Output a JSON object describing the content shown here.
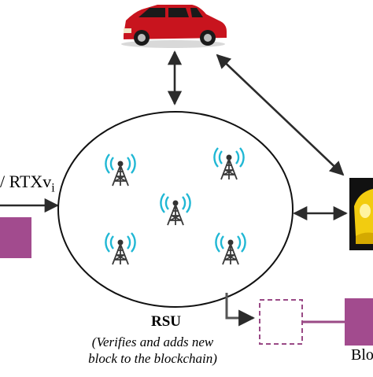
{
  "diagram": {
    "incoming_label": "/ RTXv",
    "incoming_label_sub": "i",
    "rsu_title": "RSU",
    "rsu_note_line1": "(Verifies and adds new",
    "rsu_note_line2": "block to the blockchain)",
    "blockchain_label_partial": "Blo",
    "node_count": 5,
    "colors": {
      "car_top": "#c8141e",
      "car_right": "#f2cc10",
      "block_fill": "#a24b8e",
      "block_border": "#9a4a86",
      "arrows": "#2b2b2b",
      "tower_waves": "#1fb7d4"
    },
    "icons": [
      "red-suv-icon",
      "yellow-car-icon",
      "radio-tower-icon",
      "block-icon"
    ]
  }
}
